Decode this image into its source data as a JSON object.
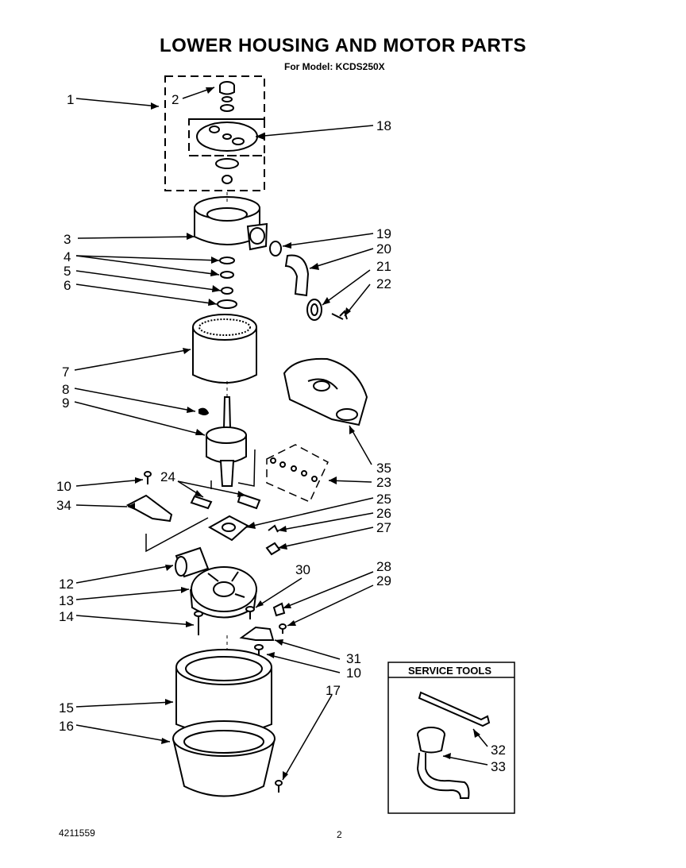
{
  "page": {
    "title": "LOWER HOUSING AND MOTOR PARTS",
    "model": "For Model: KCDS250X",
    "part_number": "4211559",
    "page_number": "2"
  },
  "service_tools": {
    "title": "SERVICE TOOLS"
  },
  "callouts": [
    "1",
    "2",
    "3",
    "4",
    "5",
    "6",
    "7",
    "8",
    "9",
    "10",
    "34",
    "24",
    "12",
    "13",
    "14",
    "15",
    "16",
    "18",
    "19",
    "20",
    "21",
    "22",
    "35",
    "23",
    "25",
    "26",
    "27",
    "30",
    "28",
    "29",
    "31",
    "10",
    "17",
    "32",
    "33"
  ]
}
